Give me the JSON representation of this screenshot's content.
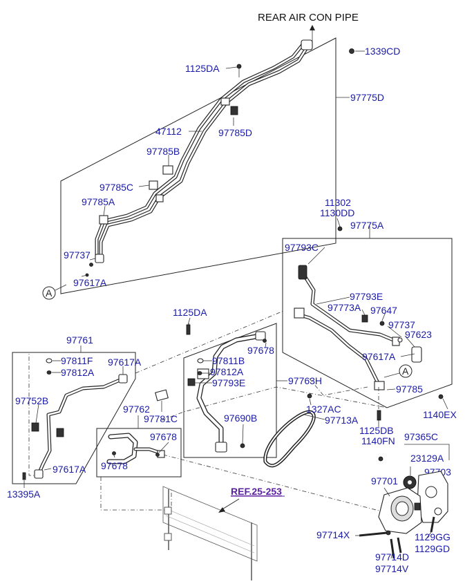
{
  "header": {
    "title": "REAR AIR CON PIPE"
  },
  "reference": {
    "label": "REF.25-253"
  },
  "callout": {
    "letter": "A"
  },
  "labels": {
    "l1339CD": "1339CD",
    "l1125DA_top": "1125DA",
    "l97775D": "97775D",
    "l47112": "47112",
    "l97785D": "97785D",
    "l97785B": "97785B",
    "l97785C": "97785C",
    "l97785A": "97785A",
    "l97737_top": "97737",
    "l97617A_top": "97617A",
    "l11302": "11302",
    "l1130DD": "1130DD",
    "l97775A": "97775A",
    "l97793C": "97793C",
    "l97793E_r": "97793E",
    "l97773A": "97773A",
    "l97647": "97647",
    "l97737_r": "97737",
    "l97623": "97623",
    "l97617A_r": "97617A",
    "l97785": "97785",
    "l1140EX": "1140EX",
    "l1125DA_mid": "1125DA",
    "l97761": "97761",
    "l97811F": "97811F",
    "l97812A_l": "97812A",
    "l97617A_l1": "97617A",
    "l97752B": "97752B",
    "l97617A_l2": "97617A",
    "l13395A": "13395A",
    "l97678_top": "97678",
    "l97811B": "97811B",
    "l97812A_m": "97812A",
    "l97793E_m": "97793E",
    "l97763H": "97763H",
    "l97762": "97762",
    "l97781C": "97781C",
    "l97690B": "97690B",
    "l97678_m": "97678",
    "l97678_b": "97678",
    "l1327AC": "1327AC",
    "l97713A": "97713A",
    "l1125DB": "1125DB",
    "l1140FN": "1140FN",
    "l97365C": "97365C",
    "l23129A": "23129A",
    "l97703": "97703",
    "l97701": "97701",
    "l97714X": "97714X",
    "l1129GG": "1129GG",
    "l1129GD": "1129GD",
    "l97714D": "97714D",
    "l97714V": "97714V"
  }
}
